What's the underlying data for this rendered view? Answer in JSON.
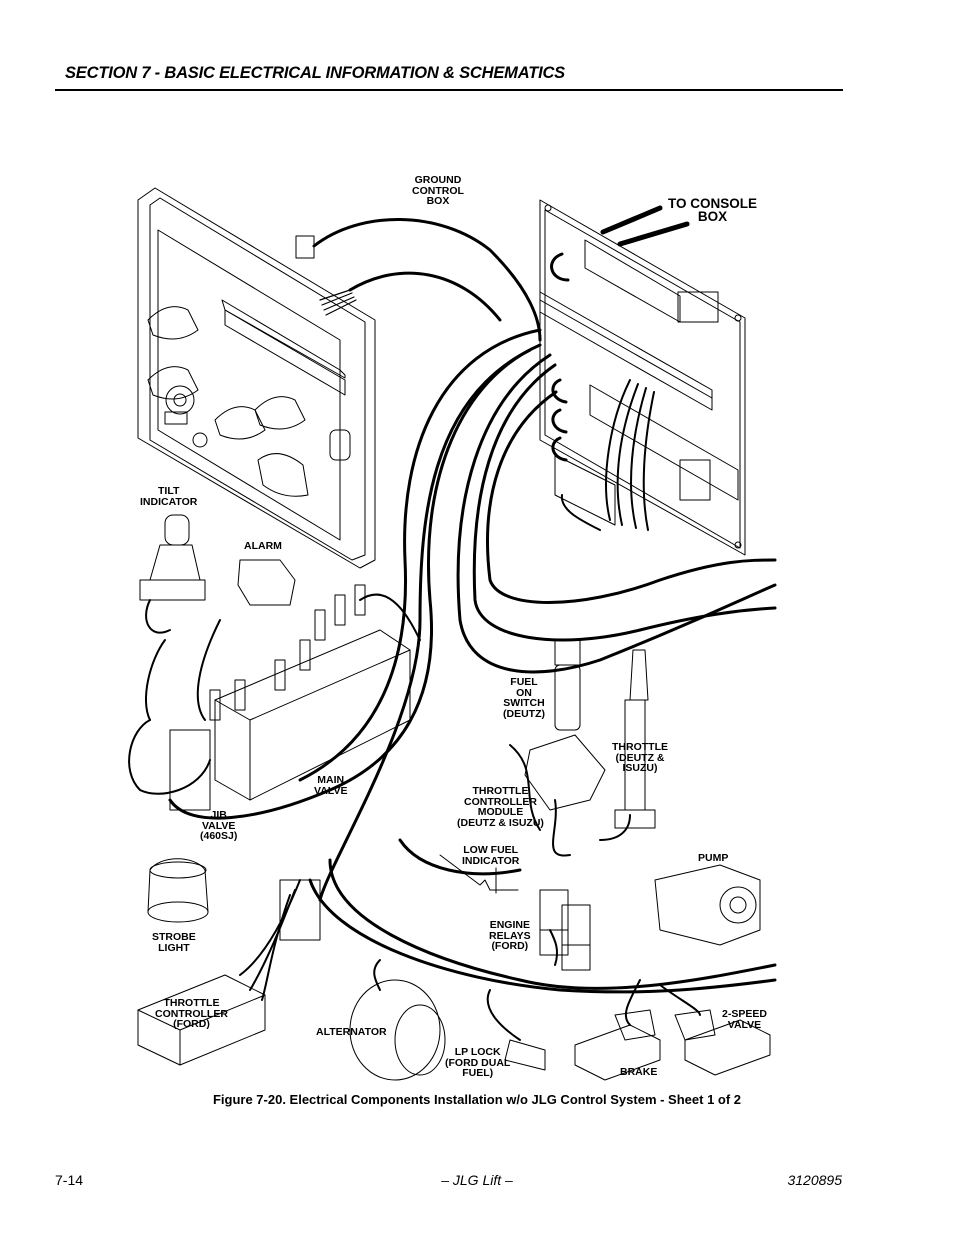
{
  "header": {
    "section_title": "SECTION 7 - BASIC ELECTRICAL INFORMATION & SCHEMATICS"
  },
  "figure": {
    "caption": "Figure 7-20.  Electrical Components Installation w/o JLG Control System - Sheet 1 of 2",
    "labels": {
      "ground_control_box": "GROUND\nCONTROL\nBOX",
      "to_console_box": "TO CONSOLE\nBOX",
      "tilt_indicator": "TILT\nINDICATOR",
      "alarm": "ALARM",
      "fuel_on_switch": "FUEL\nON\nSWITCH\n(DEUTZ)",
      "throttle_deutz_isuzu": "THROTTLE\n(DEUTZ &\nISUZU)",
      "throttle_controller_module": "THROTTLE\nCONTROLLER\nMODULE\n(DEUTZ & ISUZU)",
      "main_valve": "MAIN\nVALVE",
      "jib_valve": "JIB\nVALVE\n(460SJ)",
      "low_fuel_indicator": "LOW FUEL\nINDICATOR",
      "pump": "PUMP",
      "strobe_light": "STROBE\nLIGHT",
      "engine_relays": "ENGINE\nRELAYS\n(FORD)",
      "throttle_controller_ford": "THROTTLE\nCONTROLLER\n(FORD)",
      "alternator": "ALTERNATOR",
      "lp_lock": "LP LOCK\n(FORD DUAL\nFUEL)",
      "brake": "BRAKE",
      "two_speed_valve": "2-SPEED\nVALVE"
    }
  },
  "footer": {
    "page_number": "7-14",
    "publisher": "– JLG Lift –",
    "doc_number": "3120895"
  }
}
